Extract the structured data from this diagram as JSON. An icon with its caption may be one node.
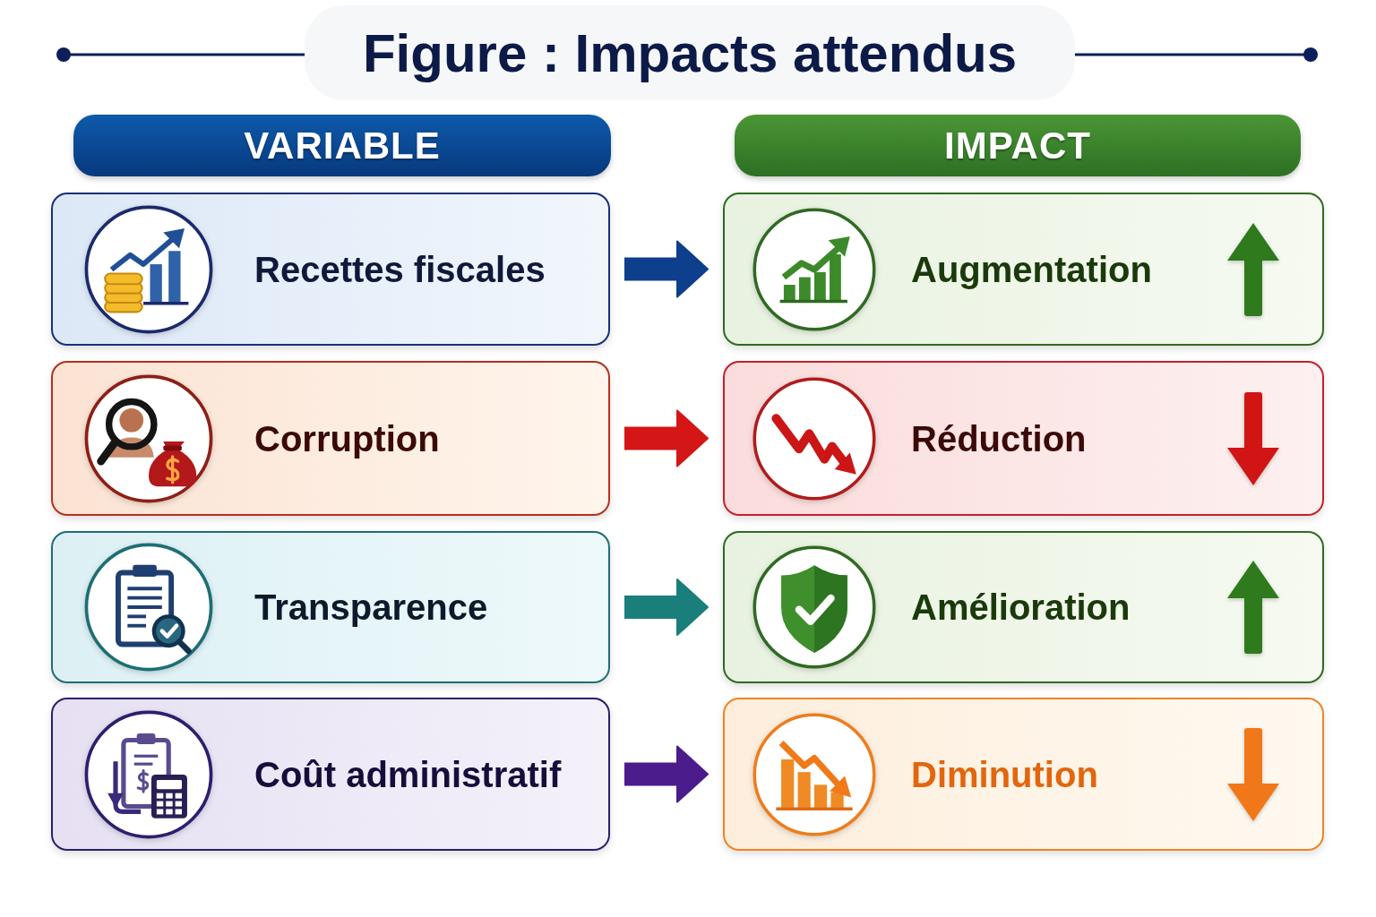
{
  "diagram": {
    "title": "Figure : Impacts attendus",
    "nodes": [
      {
        "text": [
          "VARIABLE"
        ]
      },
      {
        "text": [
          "IMPACT"
        ]
      },
      {
        "text": [
          "Recettes fiscales"
        ]
      },
      {
        "text": [
          "Augmentation"
        ]
      },
      {
        "text": [
          "Corruption"
        ]
      },
      {
        "text": [
          "Réduction"
        ]
      },
      {
        "text": [
          "Transparence"
        ]
      },
      {
        "text": [
          "Amélioration"
        ]
      },
      {
        "text": [
          "Coût administratif"
        ]
      },
      {
        "text": [
          "Diminution"
        ]
      }
    ],
    "edges": [
      {
        "from": 2,
        "to": 3,
        "arrow": "to",
        "color": "#0d3f8c"
      },
      {
        "from": 4,
        "to": 5,
        "arrow": "to",
        "color": "#d41616"
      },
      {
        "from": 6,
        "to": 7,
        "arrow": "to",
        "color": "#1a7f7a"
      },
      {
        "from": 8,
        "to": 9,
        "arrow": "to",
        "color": "#4a1c8c"
      }
    ]
  }
}
